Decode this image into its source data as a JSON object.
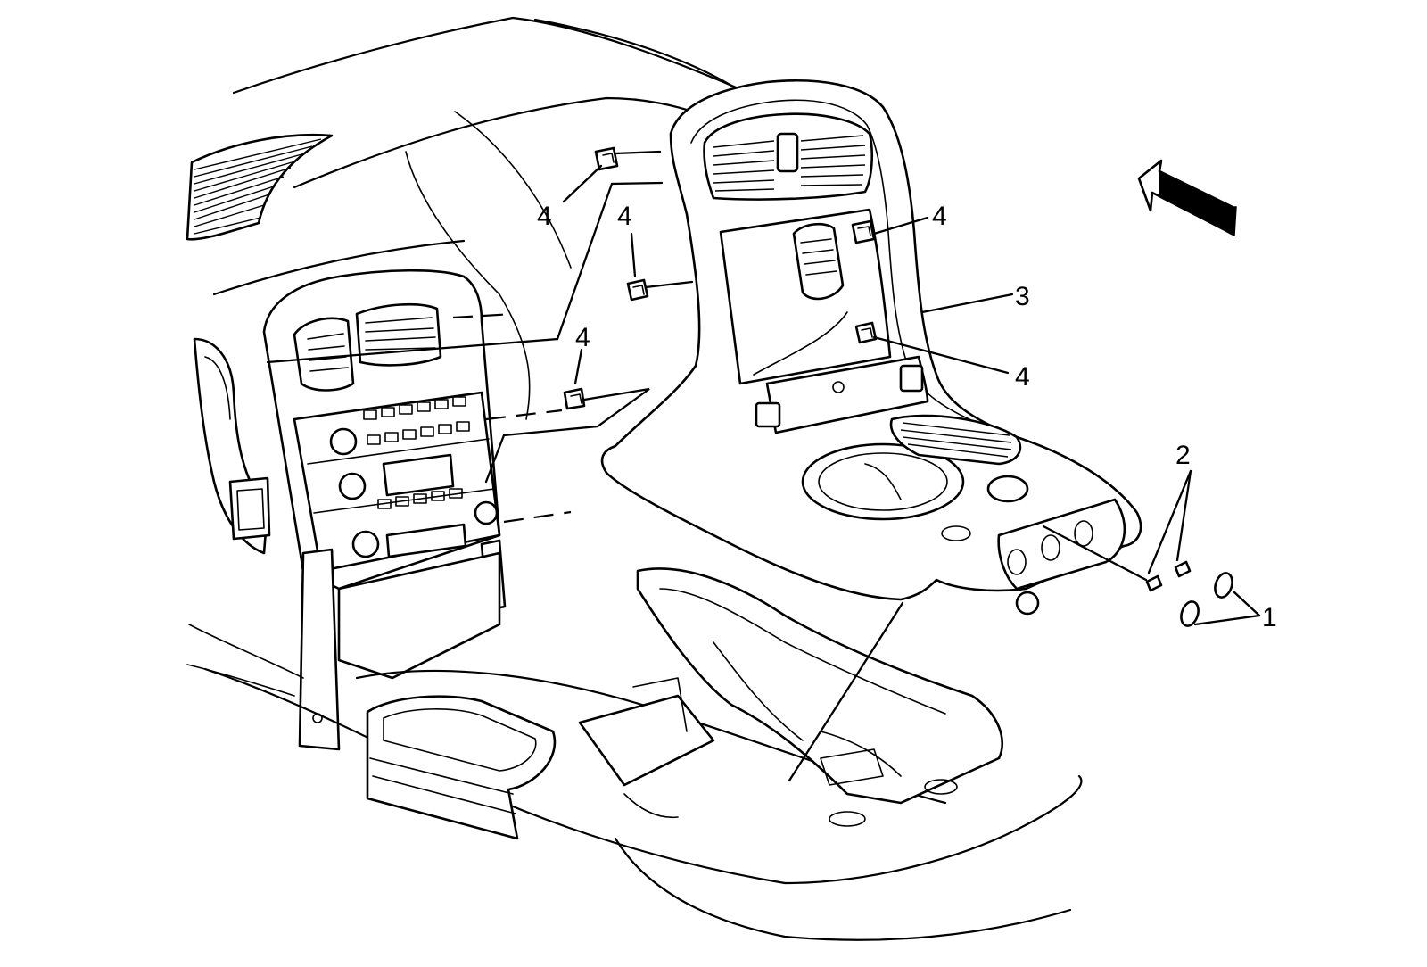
{
  "callouts": {
    "c1": "1",
    "c2": "2",
    "c3": "3",
    "c4_upper_left": "4",
    "c4_upper_mid": "4",
    "c4_mid_left": "4",
    "c4_upper_right": "4",
    "c4_lower_right": "4"
  },
  "icons": {
    "orientation_arrow": "arrow-forward-icon",
    "retainer_clip": "retainer-clip-icon",
    "screw": "screw-icon",
    "lamp": "lamp-bulb-icon"
  },
  "colors": {
    "ink": "#000000",
    "paper": "#ffffff"
  }
}
